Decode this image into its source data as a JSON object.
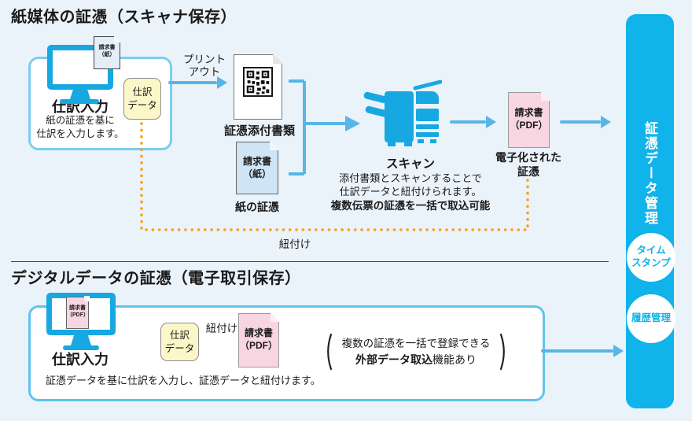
{
  "colors": {
    "background": "#eaf3fa",
    "accent_cyan": "#10b3ea",
    "monitor_blue": "#17a8e2",
    "arrow_blue": "#58b6e7",
    "container_border": "#7dccf0",
    "yellow_fill": "#fbf7c8",
    "pink_fill": "#f8d6e1",
    "lightblue_fill": "#cfe4f4",
    "dotted_orange": "#f6a21c"
  },
  "paper_section": {
    "title": "紙媒体の証憑（スキャナ保存）",
    "monitor_doc_line1": "請求書",
    "monitor_doc_line2": "（紙）",
    "journal_title": "仕訳入力",
    "journal_caption_line1": "紙の証憑を基に",
    "journal_caption_line2": "仕訳を入力します。",
    "journal_data_line1": "仕訳",
    "journal_data_line2": "データ",
    "printout_line1": "プリント",
    "printout_line2": "アウト",
    "attached_docs_label": "証憑添付書類",
    "paper_doc_line1": "請求書",
    "paper_doc_line2": "（紙）",
    "paper_doc_label": "紙の証憑",
    "scan_title": "スキャン",
    "scan_caption_line1": "添付書類とスキャンすることで",
    "scan_caption_line2": "仕訳データと紐付けられます。",
    "scan_caption_bold": "複数伝票の証憑を一括で取込可能",
    "pdf_doc_line1": "請求書",
    "pdf_doc_line2": "（PDF）",
    "pdf_doc_label_line1": "電子化された",
    "pdf_doc_label_line2": "証憑",
    "link_label": "紐付け"
  },
  "digital_section": {
    "title": "デジタルデータの証憑（電子取引保存）",
    "monitor_doc_line1": "請求書",
    "monitor_doc_line2": "（PDF）",
    "journal_title": "仕訳入力",
    "journal_caption": "証憑データを基に仕訳を入力し、証憑データと紐付けます。",
    "journal_data_line1": "仕訳",
    "journal_data_line2": "データ",
    "link_label": "紐付け",
    "pdf_doc_line1": "請求書",
    "pdf_doc_line2": "（PDF）",
    "note_line1": "複数の証憑を一括で登録できる",
    "note_line2_bold": "外部データ取込",
    "note_line2_normal": "機能あり"
  },
  "sidebar": {
    "title": "証憑データ管理",
    "timestamp_badge_line1": "タイム",
    "timestamp_badge_line2": "スタンプ",
    "history_badge": "履歴管理"
  }
}
